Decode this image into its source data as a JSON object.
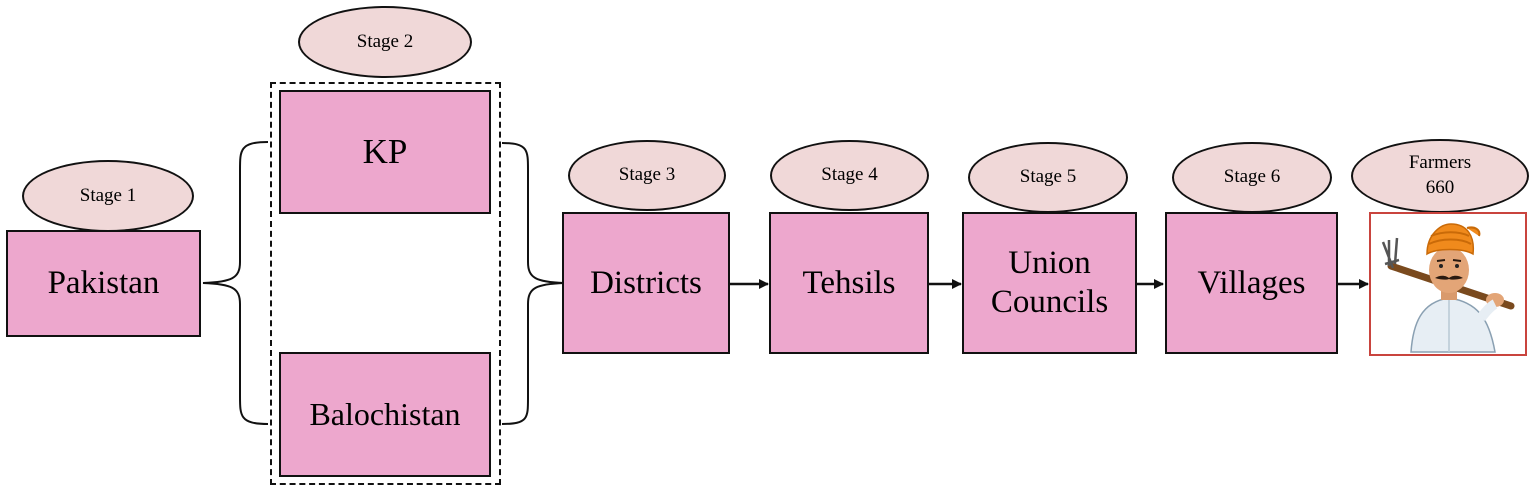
{
  "stages": {
    "s1": "Stage 1",
    "s2": "Stage 2",
    "s3": "Stage 3",
    "s4": "Stage 4",
    "s5": "Stage 5",
    "s6": "Stage 6",
    "farmers_label": "Farmers",
    "farmers_count": "660"
  },
  "nodes": {
    "pakistan": "Pakistan",
    "kp": "KP",
    "balochistan": "Balochistan",
    "districts": "Districts",
    "tehsils": "Tehsils",
    "union_line1": "Union",
    "union_line2": "Councils",
    "villages": "Villages"
  },
  "icons": {
    "farmer": "farmer-with-pitchfork-icon"
  },
  "colors": {
    "box_fill": "#eda7cd",
    "ellipse_fill": "#f0d8d8",
    "farmer_border": "#c9443e"
  }
}
